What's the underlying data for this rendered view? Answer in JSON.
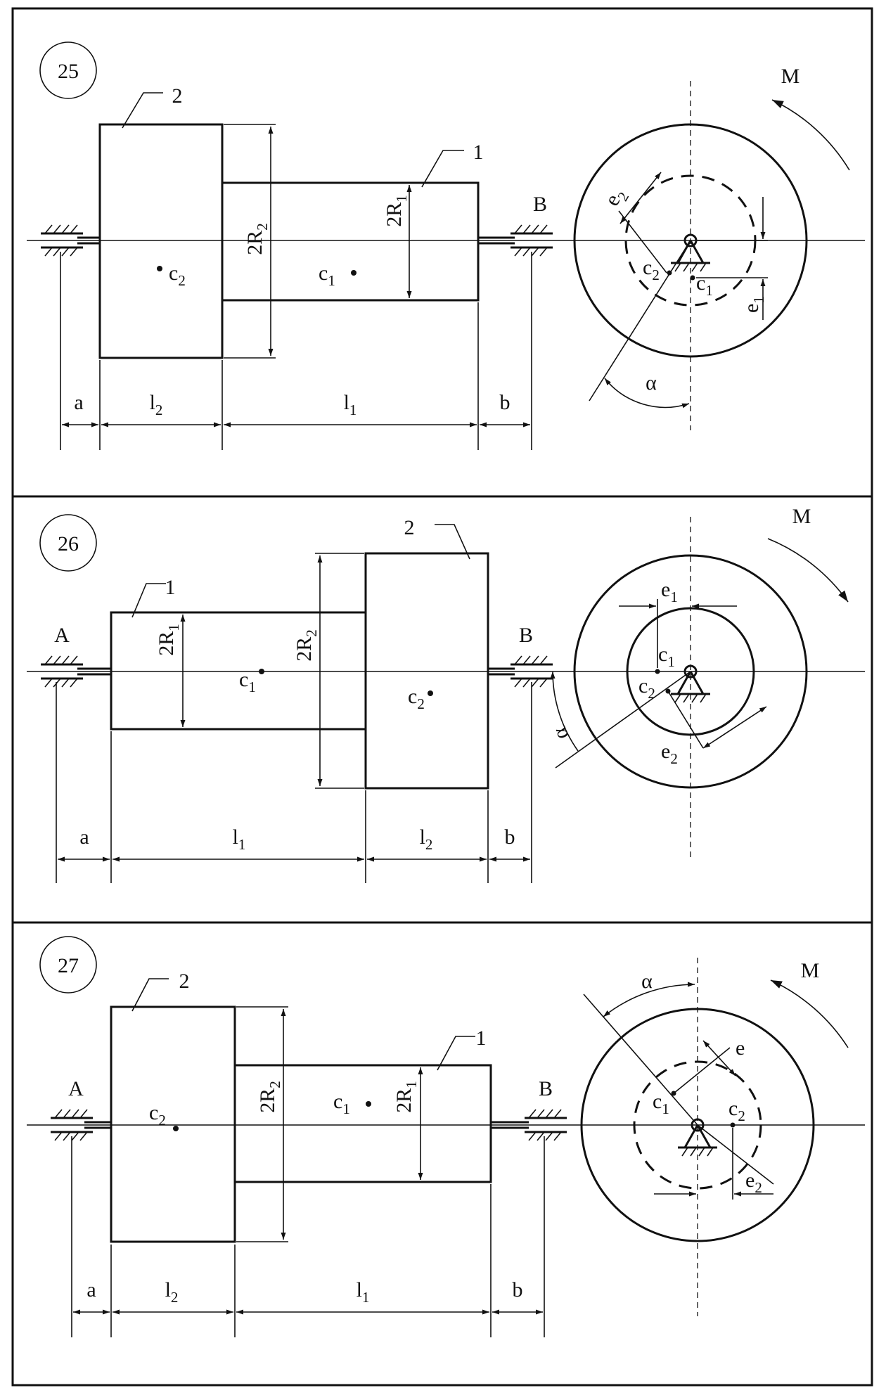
{
  "variants": [
    {
      "number": "25",
      "labels": {
        "part1": "1",
        "part2": "2",
        "support_left": "",
        "support_right": "B",
        "moment": "M",
        "angle": "α",
        "dim_a": "a",
        "dim_b": "b",
        "l1": "l",
        "l1_sub": "1",
        "l2": "l",
        "l2_sub": "2",
        "r1": "2R",
        "r1_sub": "1",
        "r2": "2R",
        "r2_sub": "2",
        "c1": "c",
        "c1_sub": "1",
        "c2": "c",
        "c2_sub": "2",
        "c1_side": "c",
        "c1_side_sub": "1",
        "c2_side": "c",
        "c2_side_sub": "2",
        "e1": "e",
        "e1_sub": "1",
        "e2": "e",
        "e2_sub": "2"
      }
    },
    {
      "number": "26",
      "labels": {
        "part1": "1",
        "part2": "2",
        "support_left": "A",
        "support_right": "B",
        "moment": "M",
        "angle": "α",
        "dim_a": "a",
        "dim_b": "b",
        "l1": "l",
        "l1_sub": "1",
        "l2": "l",
        "l2_sub": "2",
        "r1": "2R",
        "r1_sub": "1",
        "r2": "2R",
        "r2_sub": "2",
        "c1": "c",
        "c1_sub": "1",
        "c2": "c",
        "c2_sub": "2",
        "c1_side": "c",
        "c1_side_sub": "1",
        "c2_side": "c",
        "c2_side_sub": "2",
        "e1": "e",
        "e1_sub": "1",
        "e2": "e",
        "e2_sub": "2"
      }
    },
    {
      "number": "27",
      "labels": {
        "part1": "1",
        "part2": "2",
        "support_left": "A",
        "support_right": "B",
        "moment": "M",
        "angle": "α",
        "dim_a": "a",
        "dim_b": "b",
        "l1": "l",
        "l1_sub": "1",
        "l2": "l",
        "l2_sub": "2",
        "r1": "2R",
        "r1_sub": "1",
        "r2": "2R",
        "r2_sub": "2",
        "c1": "c",
        "c1_sub": "1",
        "c2": "c",
        "c2_sub": "2",
        "c1_side": "c",
        "c1_side_sub": "1",
        "c2_side": "c",
        "c2_side_sub": "2",
        "e1": "e",
        "e1_sub": "",
        "e2": "e",
        "e2_sub": "2"
      }
    }
  ]
}
